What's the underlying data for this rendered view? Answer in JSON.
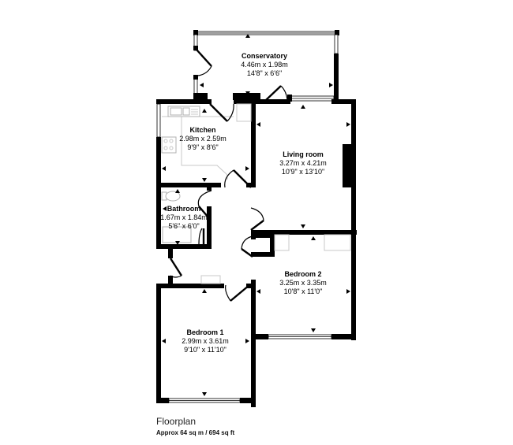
{
  "title": "Floorplan",
  "area": "Approx 64 sq m / 694 sq ft",
  "rooms": {
    "conservatory": {
      "name": "Conservatory",
      "metric": "4.46m x 1.98m",
      "imperial": "14'8\" x 6'6\""
    },
    "kitchen": {
      "name": "Kitchen",
      "metric": "2.98m x 2.59m",
      "imperial": "9'9\" x 8'6\""
    },
    "living_room": {
      "name": "Living room",
      "metric": "3.27m x 4.21m",
      "imperial": "10'9\" x 13'10\""
    },
    "bathroom": {
      "name": "Bathroom",
      "metric": "1.67m x 1.84m",
      "imperial": "5'6\" x 6'0\""
    },
    "bedroom_2": {
      "name": "Bedroom 2",
      "metric": "3.25m x 3.35m",
      "imperial": "10'8\" x 11'0\""
    },
    "bedroom_1": {
      "name": "Bedroom 1",
      "metric": "2.99m x 3.61m",
      "imperial": "9'10\" x 11'10\""
    }
  },
  "colors": {
    "wall": "#000000",
    "fixture": "#b0b0b0",
    "background": "#ffffff"
  }
}
